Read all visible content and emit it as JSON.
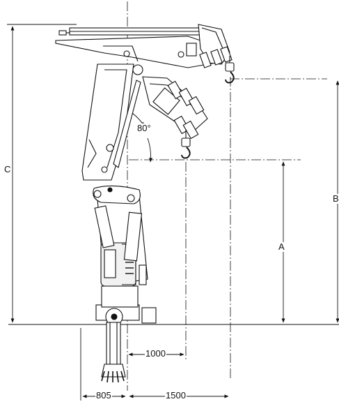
{
  "dimensions": {
    "A": "A",
    "B": "B",
    "C": "C",
    "width_1000": "1000",
    "width_1500": "1500",
    "width_805": "805"
  },
  "annotations": {
    "angle": "80°"
  }
}
